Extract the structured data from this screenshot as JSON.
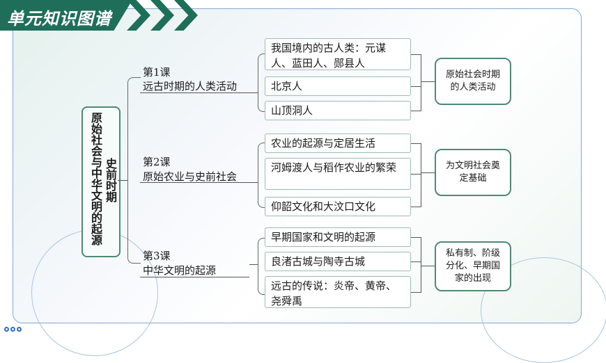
{
  "header": {
    "title": "单元知识图谱"
  },
  "root": {
    "col_right": "原始社会与中华文明的起源",
    "col_left": "史前时期"
  },
  "lessons": [
    {
      "number": "第1课",
      "name": "远古时期的人类活动",
      "items": [
        "我国境内的古人类：元谋人、蓝田人、郧县人",
        "北京人",
        "山顶洞人"
      ],
      "summary": "原始社会时期的人类活动"
    },
    {
      "number": "第2课",
      "name": "原始农业与史前社会",
      "items": [
        "农业的起源与定居生活",
        "河姆渡人与稻作农业的繁荣",
        "仰韶文化和大汶口文化"
      ],
      "summary": "为文明社会奠定基础"
    },
    {
      "number": "第3课",
      "name": "中华文明的起源",
      "items": [
        "早期国家和文明的起源",
        "良渚古城与陶寺古城",
        "远古的传说：炎帝、黄帝、尧舜禹"
      ],
      "summary": "私有制、阶级分化、早期国家的出现"
    }
  ],
  "colors": {
    "accent": "#1f6e5a",
    "border": "#4c8a72",
    "frame": "#7fa8d6"
  }
}
